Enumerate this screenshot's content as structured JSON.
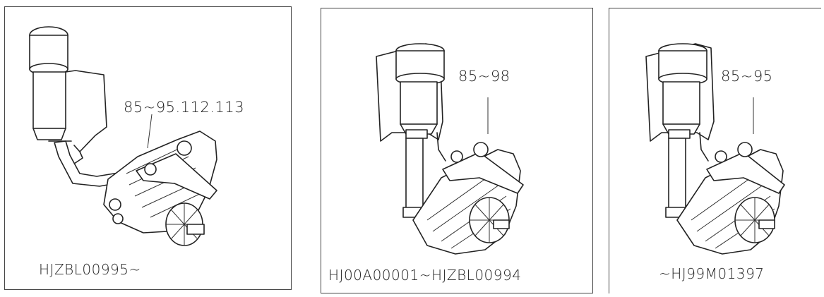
{
  "panels": [
    {
      "callout": "85~95.112.113",
      "serial": "HJZBL00995~"
    },
    {
      "callout": "85~98",
      "serial": "HJ00A00001~HJZBL00994"
    },
    {
      "callout": "85~95",
      "serial": "~HJ99M01397"
    }
  ]
}
